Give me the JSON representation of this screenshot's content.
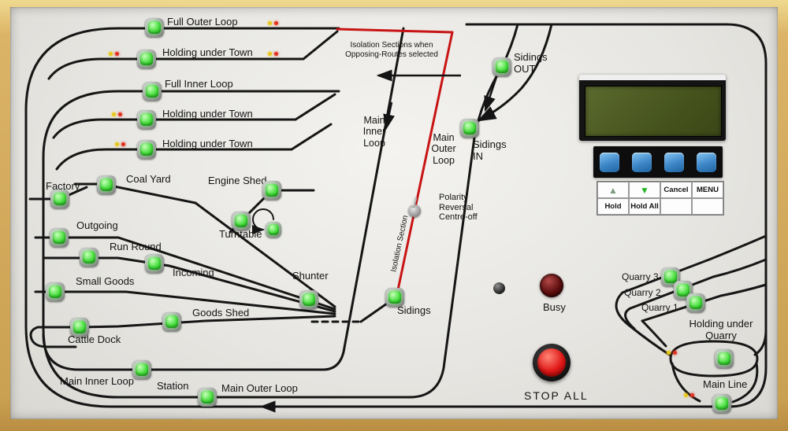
{
  "labels": {
    "full_outer_loop": "Full Outer Loop",
    "holding_under_town_1": "Holding under Town",
    "full_inner_loop": "Full Inner Loop",
    "holding_under_town_2": "Holding under Town",
    "holding_under_town_3": "Holding under Town",
    "factory": "Factory",
    "coal_yard": "Coal Yard",
    "engine_shed": "Engine Shed",
    "outgoing": "Outgoing",
    "turntable": "Turntable",
    "run_round": "Run Round",
    "incoming": "Incoming",
    "small_goods": "Small Goods",
    "shunter": "Shunter",
    "goods_shed": "Goods Shed",
    "cattle_dock": "Cattle Dock",
    "main_inner_loop": "Main Inner Loop",
    "station": "Station",
    "main_outer_loop": "Main Outer Loop",
    "sidings": "Sidings",
    "sidings_out": "Sidings\nOUT",
    "sidings_in": "Sidings\nIN",
    "main_inner_center": "Main\nInner\nLoop",
    "main_outer_center": "Main\nOuter\nLoop",
    "isolation_note": "Isolation Sections when\nOpposing-Routes selected",
    "polarity_switch": "Polarity\nReversal\nCentre-off",
    "isolation_section": "Isolation Section",
    "busy": "Busy",
    "stop_all": "STOP  ALL",
    "quarry_3": "Quarry 3",
    "quarry_2": "Quarry 2",
    "quarry_1": "Quarry 1",
    "holding_under_quarry": "Holding under\nQuarry",
    "main_line": "Main Line"
  },
  "keypad": {
    "up_icon": "▲",
    "down_icon": "▼",
    "cancel": "Cancel",
    "menu": "MENU",
    "hold": "Hold",
    "hold_all": "Hold All"
  },
  "colors": {
    "button_green": "#3fd83f",
    "track_black": "#161616",
    "isolation_red": "#c81414",
    "stop_red": "#dd1f1f",
    "busy_lamp": "#5a0e0e",
    "lcd_screen": "#4a571f",
    "key_blue": "#3c86c8",
    "frame_wood": "#d9b469",
    "panel_grey": "#e9e8e4"
  }
}
